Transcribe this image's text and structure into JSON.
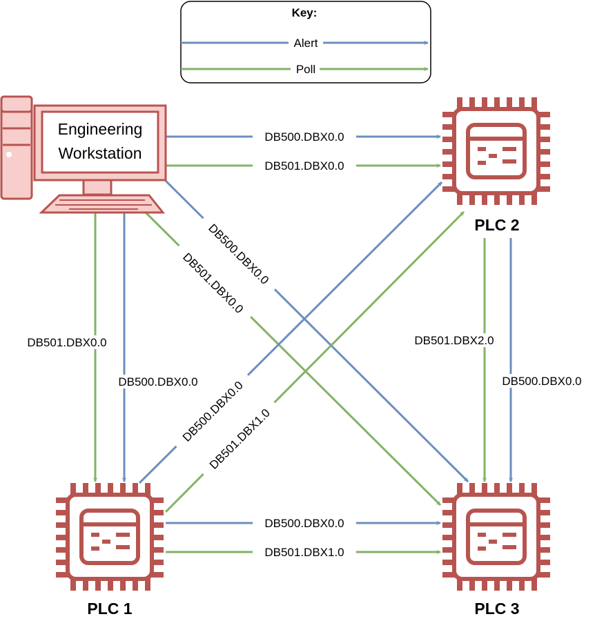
{
  "key": {
    "title": "Key:",
    "items": [
      {
        "label": "Alert",
        "color": "#6c8ebf"
      },
      {
        "label": "Poll",
        "color": "#82b366"
      }
    ]
  },
  "nodes": {
    "workstation": {
      "label_line1": "Engineering",
      "label_line2": "Workstation"
    },
    "plc1": {
      "label": "PLC 1"
    },
    "plc2": {
      "label": "PLC 2"
    },
    "plc3": {
      "label": "PLC 3"
    }
  },
  "colors": {
    "alert": "#6c8ebf",
    "poll": "#82b366",
    "device_stroke": "#b85450",
    "device_fill": "#f8cecc"
  },
  "edges": [
    {
      "id": "ws-plc2-alert",
      "from": "Engineering Workstation",
      "to": "PLC 2",
      "type": "alert",
      "label": "DB500.DBX0.0"
    },
    {
      "id": "ws-plc2-poll",
      "from": "Engineering Workstation",
      "to": "PLC 2",
      "type": "poll",
      "label": "DB501.DBX0.0"
    },
    {
      "id": "ws-plc3-alert",
      "from": "Engineering Workstation",
      "to": "PLC 3",
      "type": "alert",
      "label": "DB500.DBX0.0"
    },
    {
      "id": "ws-plc3-poll",
      "from": "Engineering Workstation",
      "to": "PLC 3",
      "type": "poll",
      "label": "DB501.DBX0.0"
    },
    {
      "id": "ws-plc1-poll",
      "from": "Engineering Workstation",
      "to": "PLC 1",
      "type": "poll",
      "label": "DB501.DBX0.0"
    },
    {
      "id": "ws-plc1-alert",
      "from": "Engineering Workstation",
      "to": "PLC 1",
      "type": "alert",
      "label": "DB500.DBX0.0"
    },
    {
      "id": "plc1-plc2-alert",
      "from": "PLC 1",
      "to": "PLC 2",
      "type": "alert",
      "label": "DB500.DBX0.0"
    },
    {
      "id": "plc1-plc2-poll",
      "from": "PLC 1",
      "to": "PLC 2",
      "type": "poll",
      "label": "DB501.DBX1.0"
    },
    {
      "id": "plc2-plc3-poll",
      "from": "PLC 2",
      "to": "PLC 3",
      "type": "poll",
      "label": "DB501.DBX2.0"
    },
    {
      "id": "plc2-plc3-alert",
      "from": "PLC 2",
      "to": "PLC 3",
      "type": "alert",
      "label": "DB500.DBX0.0"
    },
    {
      "id": "plc1-plc3-alert",
      "from": "PLC 1",
      "to": "PLC 3",
      "type": "alert",
      "label": "DB500.DBX0.0"
    },
    {
      "id": "plc1-plc3-poll",
      "from": "PLC 1",
      "to": "PLC 3",
      "type": "poll",
      "label": "DB501.DBX1.0"
    }
  ]
}
